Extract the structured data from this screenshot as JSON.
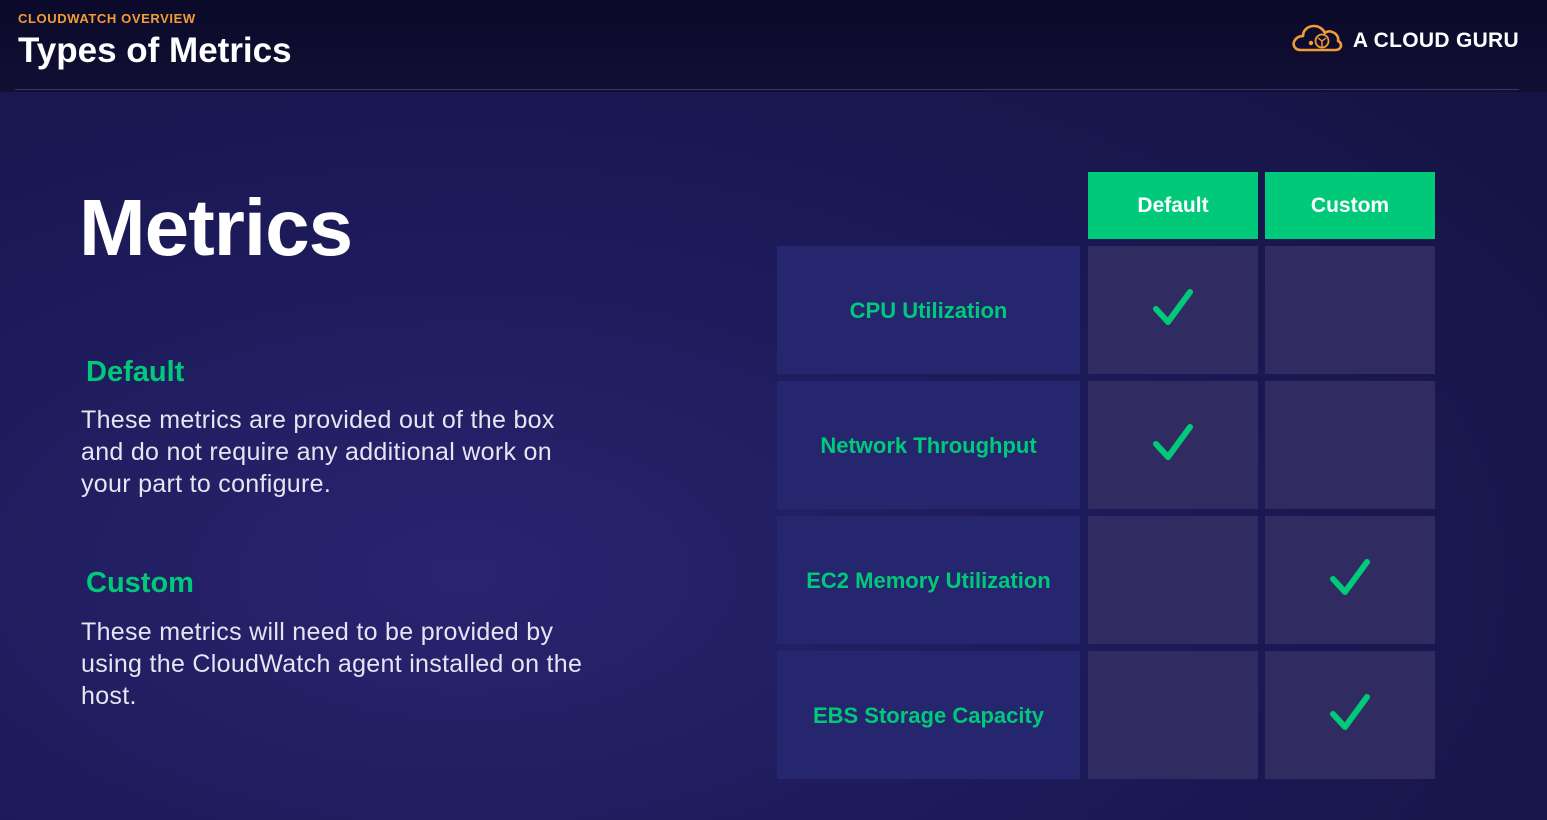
{
  "colors": {
    "accent_green": "#00c97a",
    "eyebrow_orange": "#f39c34",
    "header_fill": "#00c97a"
  },
  "header": {
    "eyebrow": "CLOUDWATCH OVERVIEW",
    "title": "Types of Metrics",
    "brand": "A CLOUD GURU",
    "brand_icon": "cloud-logo-icon"
  },
  "main": {
    "title": "Metrics",
    "sections": [
      {
        "heading": "Default",
        "text": "These metrics are provided out of the box and do not require any additional work on your part to configure."
      },
      {
        "heading": "Custom",
        "text": "These metrics will need to be provided by using the CloudWatch agent installed on the host."
      }
    ]
  },
  "table": {
    "columns": [
      "Default",
      "Custom"
    ],
    "rows": [
      {
        "label": "CPU Utilization",
        "default": true,
        "custom": false
      },
      {
        "label": "Network Throughput",
        "default": true,
        "custom": false
      },
      {
        "label": "EC2 Memory Utilization",
        "default": false,
        "custom": true
      },
      {
        "label": "EBS Storage Capacity",
        "default": false,
        "custom": true
      }
    ],
    "check_icon": "check-icon"
  }
}
